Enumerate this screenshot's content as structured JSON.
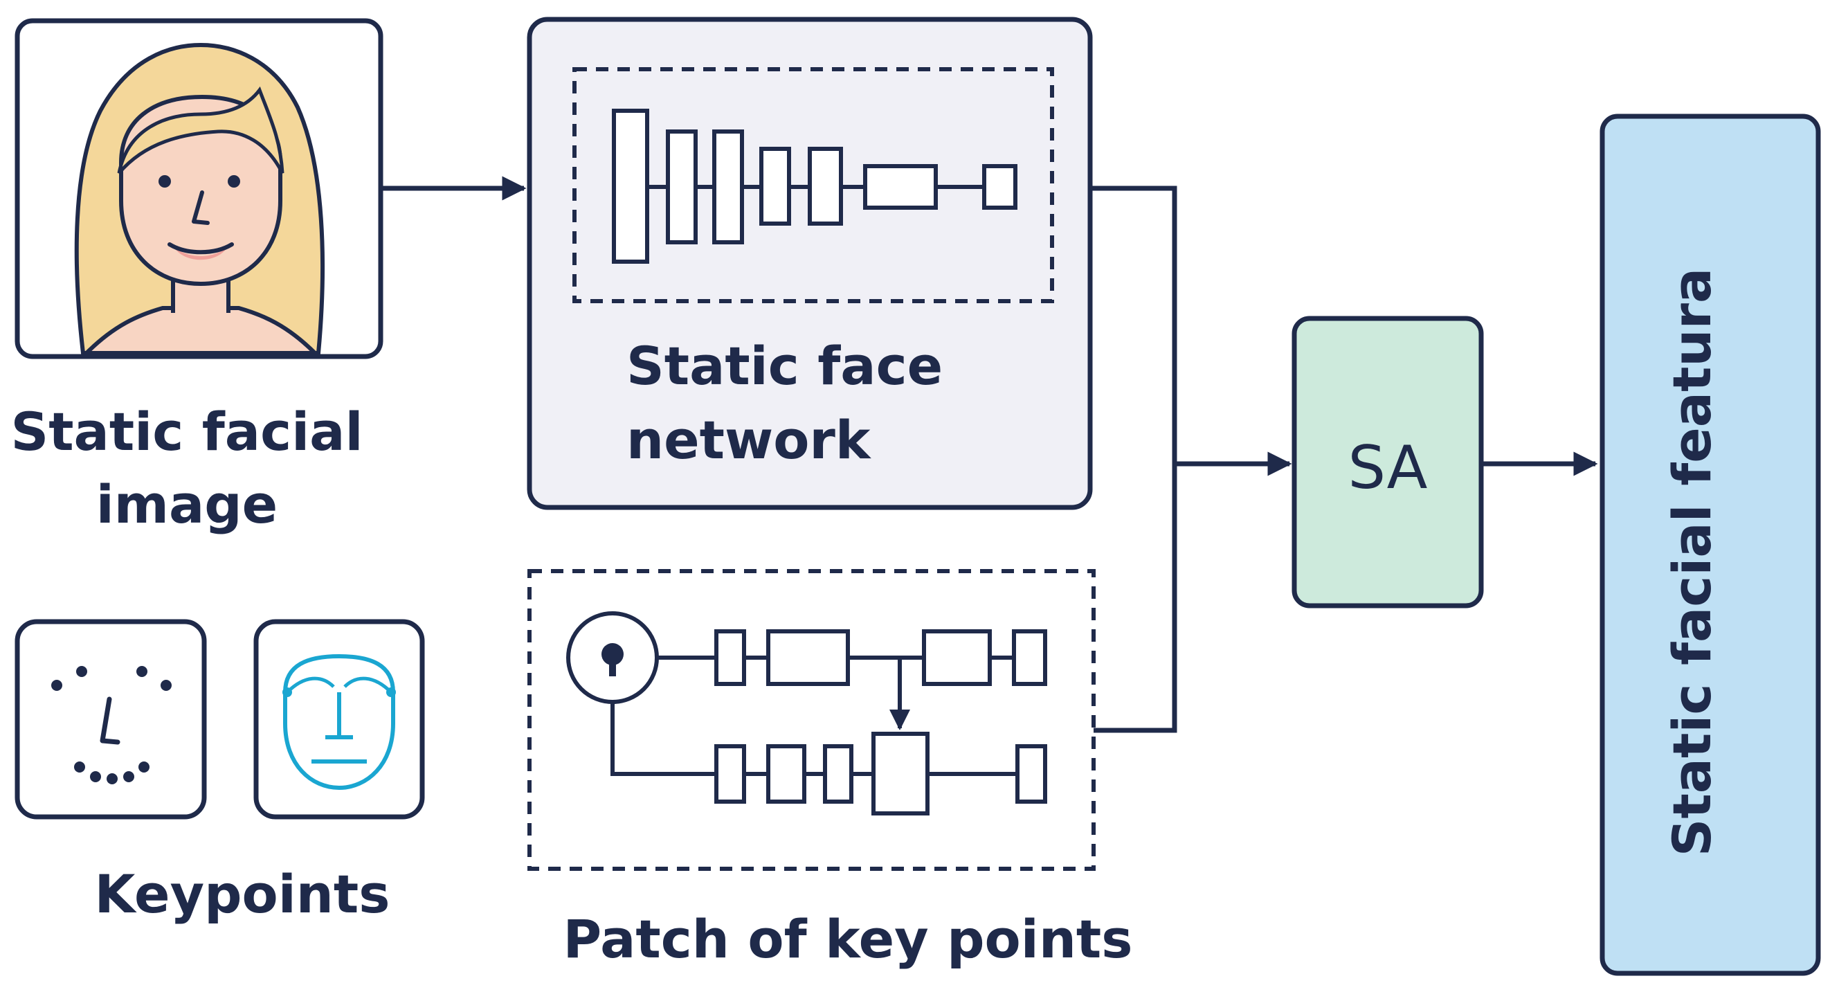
{
  "diagram": {
    "labels": {
      "static_facial_image_line1": "Static facial",
      "static_facial_image_line2": "image",
      "keypoints": "Keypoints",
      "static_face_network_line1": "Static face",
      "static_face_network_line2": "network",
      "patch_of_key_points": "Patch of key points",
      "sa": "SA",
      "output": "Static facial featura"
    },
    "colors": {
      "stroke": "#1f2a4a",
      "face_skin": "#f8d5c3",
      "hair": "#f4d79a",
      "mouth": "#f0a09a",
      "network_box": "#f0f0f6",
      "sa_box": "#cdeadc",
      "output_box": "#bfe0f4",
      "keypoint_cyan": "#1aa6d1"
    }
  }
}
